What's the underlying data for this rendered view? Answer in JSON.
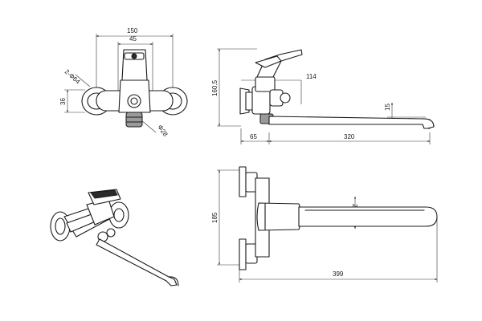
{
  "views": {
    "front": {
      "dimensions": {
        "overall_width": "150",
        "center_width": "45",
        "flange": "2-Φ64",
        "flange_height": "36",
        "outlet": "Φ28"
      }
    },
    "side": {
      "dimensions": {
        "height": "160.5",
        "spout_height": "114",
        "spout_tip": "15",
        "wall_offset": "65",
        "spout_reach": "320"
      }
    },
    "top": {
      "dimensions": {
        "spout_diameter": "28",
        "height": "185",
        "total_length": "399"
      }
    }
  }
}
